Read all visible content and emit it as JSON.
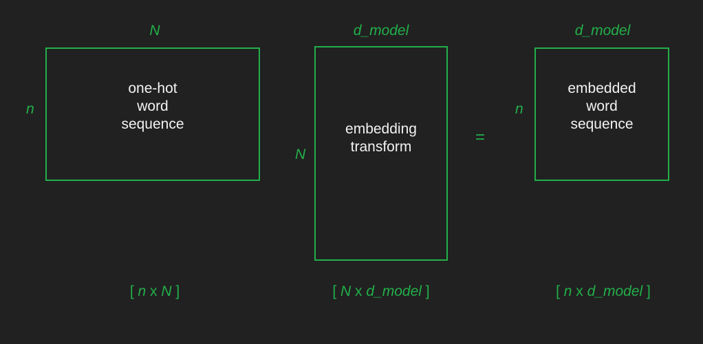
{
  "matrix_a": {
    "top_label": "N",
    "side_label": "n",
    "text": "one-hot\nword\nsequence",
    "dims": {
      "open": "[ ",
      "rows": "n",
      "times": " x ",
      "cols": "N",
      "close": " ]"
    }
  },
  "matrix_b": {
    "top_label": "d_model",
    "side_label": "N",
    "text": "embedding\ntransform",
    "dims": {
      "open": "[ ",
      "rows": "N",
      "times": " x ",
      "cols": "d_model",
      "close": " ]"
    }
  },
  "equals_sign": "=",
  "matrix_c": {
    "top_label": "d_model",
    "side_label": "n",
    "text": "embedded\nword\nsequence",
    "dims": {
      "open": "[ ",
      "rows": "n",
      "times": " x ",
      "cols": "d_model",
      "close": " ]"
    }
  },
  "colors": {
    "background": "#212121",
    "accent": "#22b04a",
    "text": "#f2f2f2"
  }
}
